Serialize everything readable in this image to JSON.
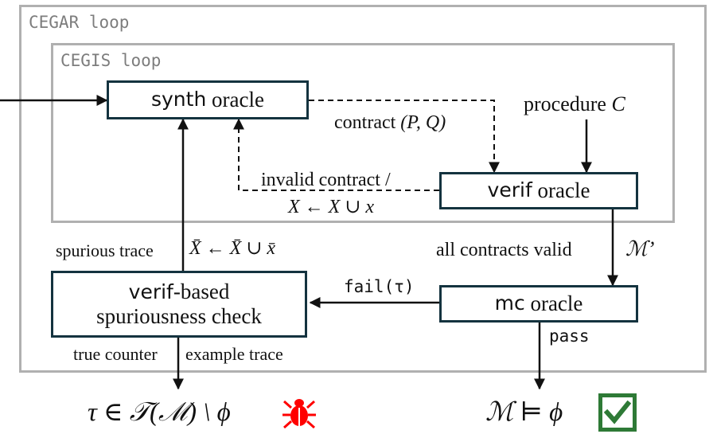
{
  "frames": {
    "cegar_label": "CEGAR loop",
    "cegis_label": "CEGIS loop"
  },
  "nodes": {
    "synth": {
      "prefix": "synth",
      "suffix": " oracle"
    },
    "verif": {
      "prefix": "verif",
      "suffix": " oracle"
    },
    "mc": {
      "prefix": "mc",
      "suffix": " oracle"
    },
    "spur": {
      "prefix": "verif",
      "suffix": "-based",
      "line2": "spuriousness check"
    }
  },
  "edges": {
    "procedure": "procedure ",
    "procedure_var": "C",
    "contract": "contract ",
    "contract_var": "(P, Q)",
    "invalid_line1": "invalid contract /",
    "invalid_line2": "X ← X ∪ x",
    "all_valid": "all contracts valid",
    "model_prime": "ℳ’",
    "fail": "fail(τ)",
    "pass": "pass",
    "spurious_trace": "spurious trace",
    "spurious_update": "X̄ ← X̄ ∪ x̄",
    "true_counter": "true counter",
    "example_trace": "example trace"
  },
  "outcomes": {
    "counterexample": "τ ∈ 𝒯(ℳ) \\ ϕ",
    "satisfied": "ℳ ⊨ ϕ",
    "bug_icon": "bug-icon",
    "check_icon": "check-icon",
    "bug_color": "#ff0000",
    "check_color": "#2e7a36"
  },
  "colors": {
    "outer_frame": "#b0b0b0",
    "inner_frame": "#b0b0b0",
    "box_border": "#14333f",
    "line": "#111111"
  }
}
